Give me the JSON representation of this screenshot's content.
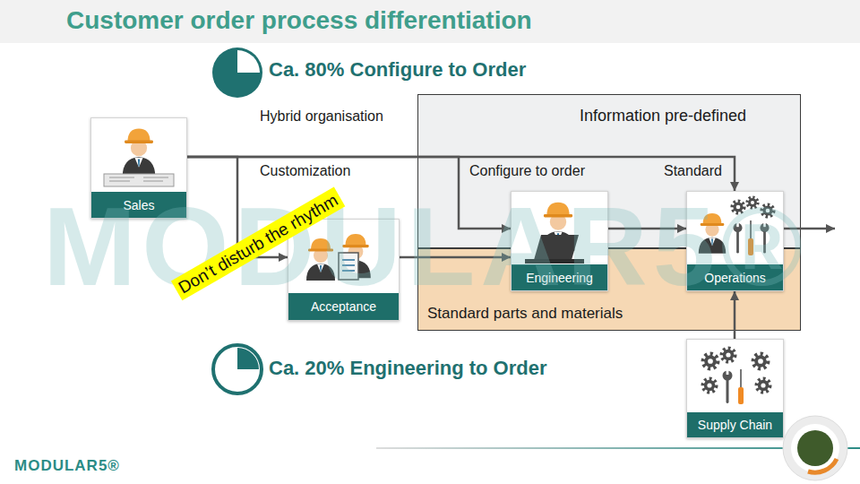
{
  "diagram": {
    "title": "Customer order process differentiation",
    "nodes": [
      {
        "text": [
          "Sales"
        ]
      },
      {
        "text": [
          "Information pre-defined"
        ]
      },
      {
        "text": [
          "Acceptance"
        ]
      },
      {
        "text": [
          "Engineering"
        ]
      },
      {
        "text": [
          "Operations"
        ]
      },
      {
        "text": [
          "Standard parts and materials"
        ]
      },
      {
        "text": [
          "Supply Chain"
        ]
      }
    ],
    "edges": [
      {
        "from": 0,
        "to": 2,
        "label": "Customization",
        "arrow": "to"
      },
      {
        "from": 0,
        "to": 3,
        "label": "Configure to order",
        "arrow": "to"
      },
      {
        "from": 0,
        "to": 4,
        "label": "Standard",
        "arrow": "to"
      },
      {
        "from": 2,
        "to": 3,
        "arrow": "to"
      },
      {
        "from": 3,
        "to": 4,
        "arrow": "to"
      },
      {
        "from": 6,
        "to": 4,
        "arrow": "to"
      }
    ],
    "labels": [
      "Ca. 80% Configure to Order",
      "Hybrid organisation",
      "Don’t disturb the rhythm",
      "Ca. 20% Engineering to Order",
      "MODULAR5®",
      "MODULAR5®"
    ]
  }
}
